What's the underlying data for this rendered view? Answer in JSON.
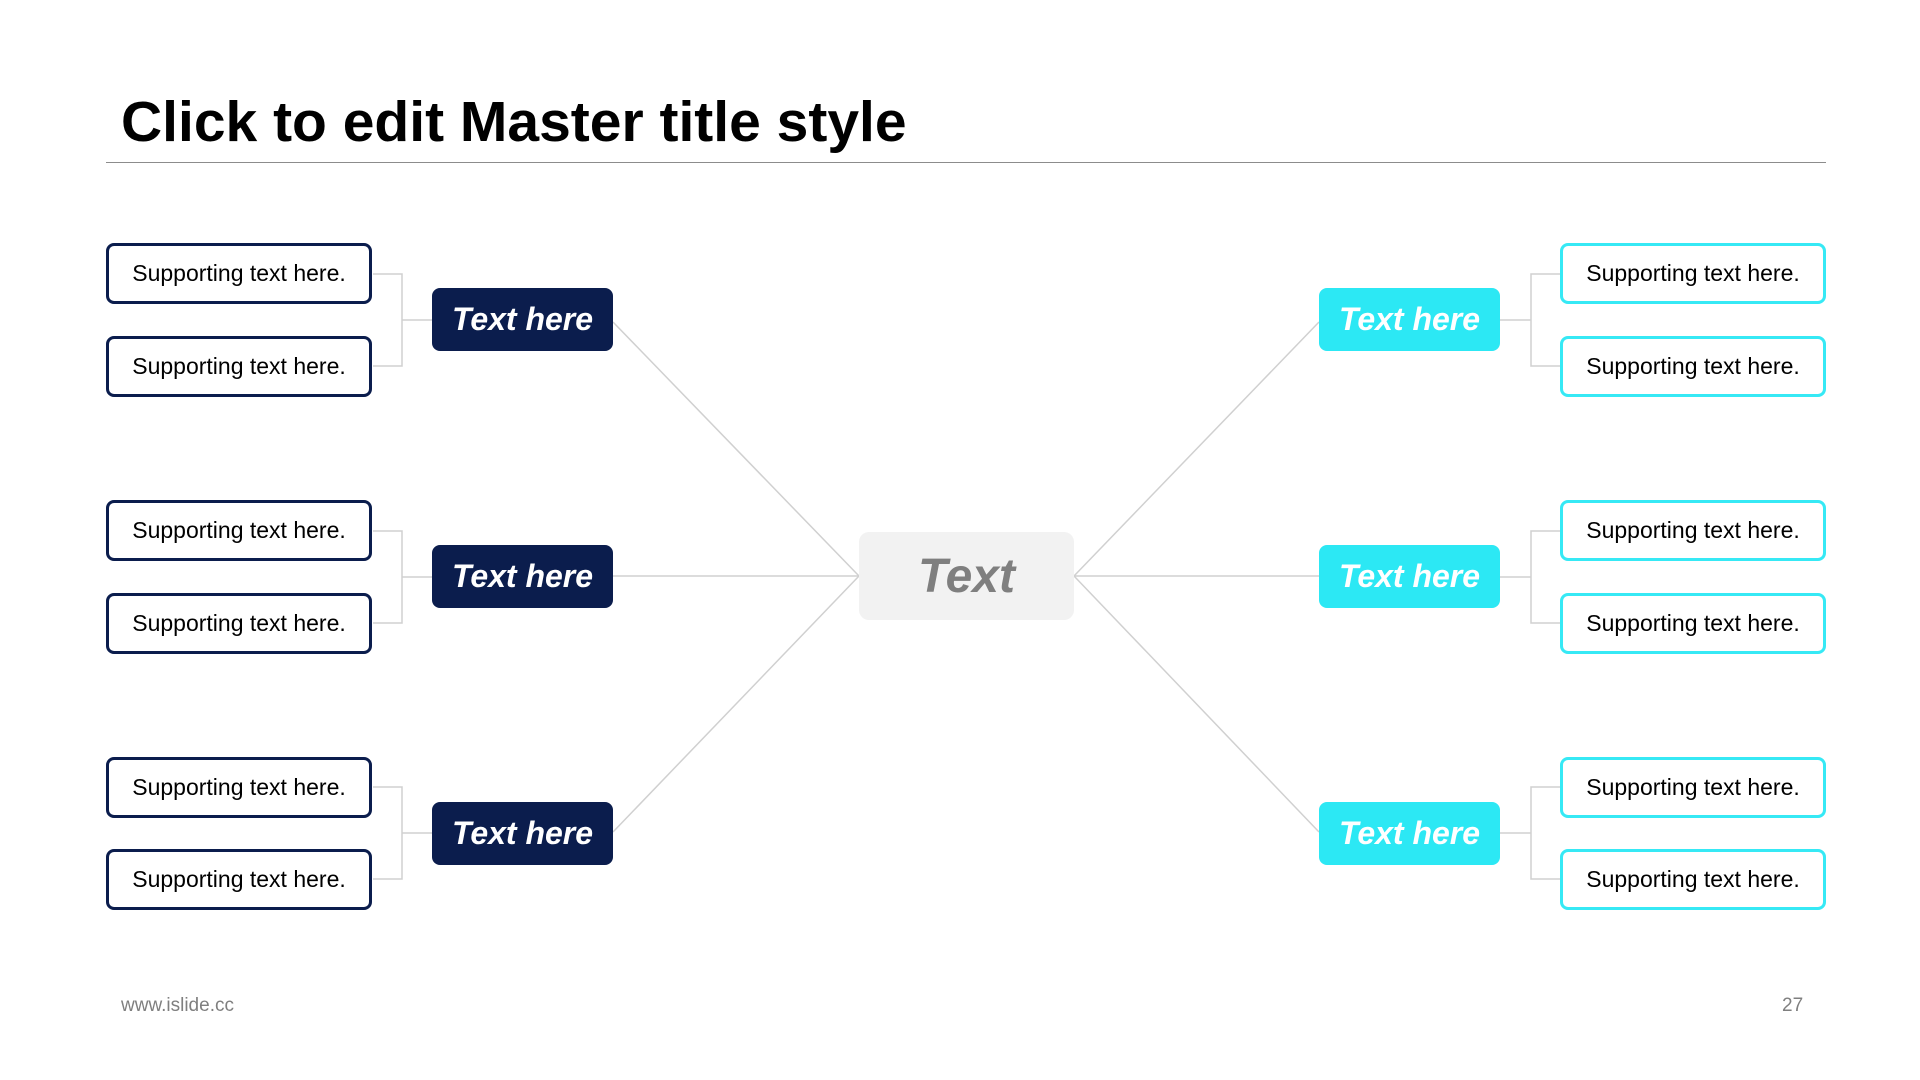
{
  "slide": {
    "title": "Click to edit Master title style",
    "footer_url": "www.islide.cc",
    "page_number": "27"
  },
  "colors": {
    "left_accent": "#0b1d4d",
    "right_accent": "#2ce8f4",
    "center_fill": "#f2f2f2",
    "center_text": "#7f7f7f",
    "connector": "#d0d0d0"
  },
  "diagram": {
    "center": "Text",
    "left_branches": [
      {
        "label": "Text here",
        "items": [
          "Supporting text here.",
          "Supporting text here."
        ]
      },
      {
        "label": "Text here",
        "items": [
          "Supporting text here.",
          "Supporting text here."
        ]
      },
      {
        "label": "Text here",
        "items": [
          "Supporting text here.",
          "Supporting text here."
        ]
      }
    ],
    "right_branches": [
      {
        "label": "Text here",
        "items": [
          "Supporting text here.",
          "Supporting text here."
        ]
      },
      {
        "label": "Text here",
        "items": [
          "Supporting text here.",
          "Supporting text here."
        ]
      },
      {
        "label": "Text here",
        "items": [
          "Supporting text here.",
          "Supporting text here."
        ]
      }
    ]
  }
}
